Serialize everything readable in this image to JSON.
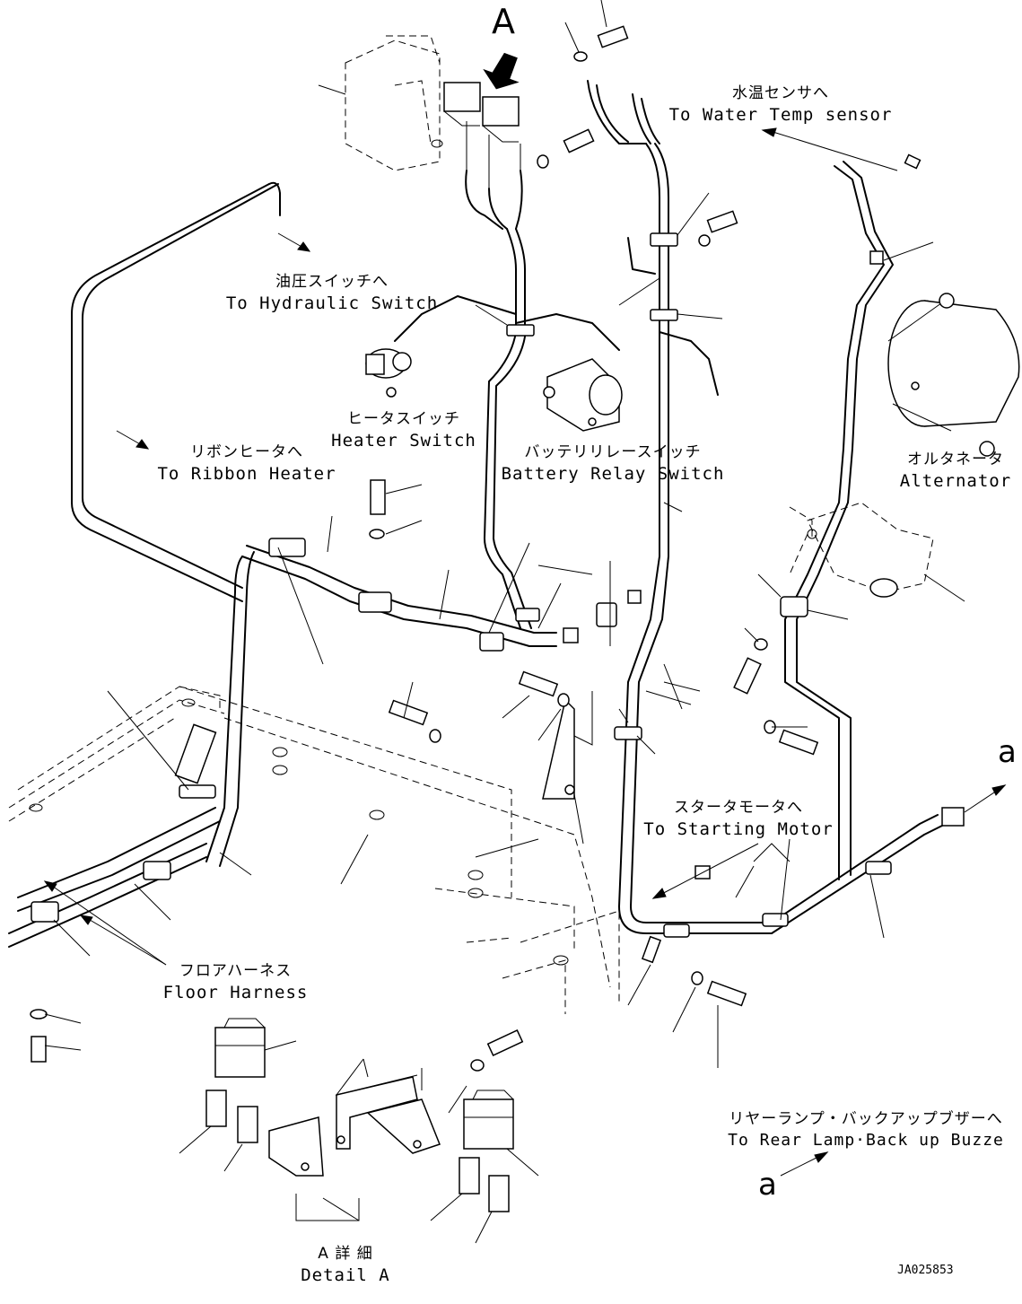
{
  "labels": {
    "view_marker": "A",
    "water_temp_jp": "水温センサへ",
    "water_temp_en": "To Water Temp sensor",
    "hydraulic_jp": "油圧スイッチへ",
    "hydraulic_en": "To Hydraulic Switch",
    "heater_switch_jp": "ヒータスイッチ",
    "heater_switch_en": "Heater Switch",
    "ribbon_heater_jp": "リボンヒータへ",
    "ribbon_heater_en": "To Ribbon Heater",
    "battery_relay_jp": "バッテリリレースイッチ",
    "battery_relay_en": "Battery Relay Switch",
    "alternator_jp": "オルタネータ",
    "alternator_en": "Alternator",
    "starting_motor_jp": "スタータモータへ",
    "starting_motor_en": "To Starting Motor",
    "floor_harness_jp": "フロアハーネス",
    "floor_harness_en": "Floor Harness",
    "rear_lamp_jp": "リヤーランプ・バックアップブザーへ",
    "rear_lamp_en": "To Rear Lamp·Back up Buzze",
    "detail_jp": "A 詳 細",
    "detail_en": "Detail A",
    "ref_a_1": "a",
    "ref_a_2": "a",
    "drawing_code": "JA025853"
  }
}
